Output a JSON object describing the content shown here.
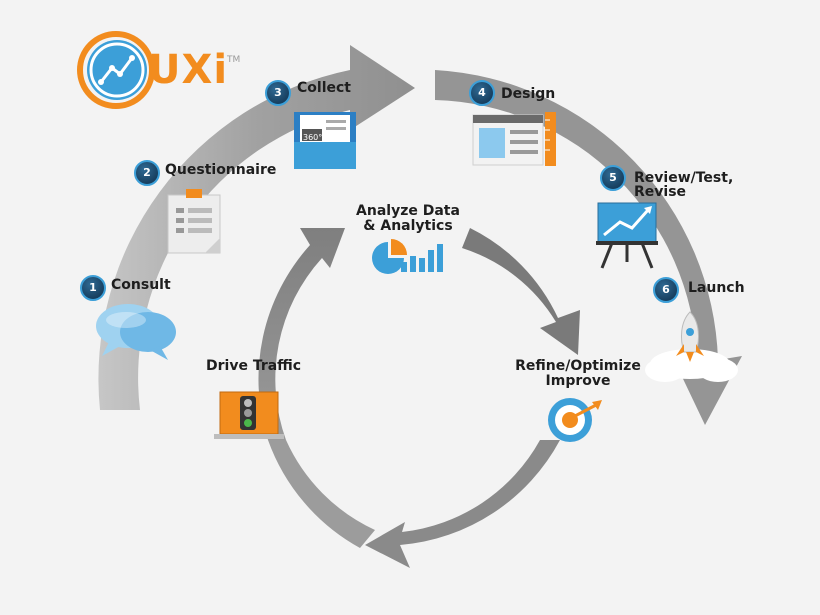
{
  "logo": {
    "text": "UXi",
    "tm": "TM"
  },
  "outer_steps": [
    {
      "number": "1",
      "label": "Consult"
    },
    {
      "number": "2",
      "label": "Questionnaire"
    },
    {
      "number": "3",
      "label": "Collect"
    },
    {
      "number": "4",
      "label": "Design"
    },
    {
      "number": "5",
      "label_line1": "Review/Test,",
      "label_line2": "Revise"
    },
    {
      "number": "6",
      "label": "Launch"
    }
  ],
  "inner_cycle": {
    "analyze_line1": "Analyze Data",
    "analyze_line2": "& Analytics",
    "refine_line1": "Refine/Optimize",
    "refine_line2": "Improve",
    "drive": "Drive Traffic"
  },
  "icon_text": {
    "folder": "360°"
  },
  "colors": {
    "badge": "#1a4a6e",
    "badge_ring": "#3c9fd8",
    "orange": "#f28c1e",
    "blue": "#3c9fd8",
    "arrow_gray": "#9a9a9a"
  }
}
